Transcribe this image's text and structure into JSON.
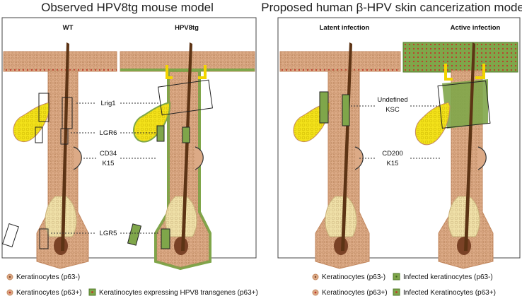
{
  "left_panel": {
    "title": "Observed HPV8tg mouse model",
    "headers": {
      "wt": "WT",
      "tg": "HPV8tg"
    },
    "labels": {
      "lrig1": "Lrig1",
      "lgr6": "LGR6",
      "cd34": "CD34",
      "k15": "K15",
      "lgr5": "LGR5"
    }
  },
  "right_panel": {
    "title": "Proposed human β-HPV skin cancerization model",
    "headers": {
      "latent": "Latent infection",
      "active": "Active infection"
    },
    "labels": {
      "undefined": "Undefined",
      "ksc": "KSC",
      "cd200": "CD200",
      "k15": "K15"
    }
  },
  "legend_left": {
    "keratinocytes_neg": "Keratinocytes (p63-)",
    "keratinocytes_pos": "Keratinocytes (p63+)",
    "transgene_pos": "Keratinocytes expressing HPV8 transgenes (p63+)"
  },
  "legend_right": {
    "keratinocytes_neg": "Keratinocytes (p63-)",
    "keratinocytes_pos": "Keratinocytes (p63+)",
    "infected_neg": "Infected keratinocytes (p63-)",
    "infected_pos": "Infected Keratinocytes (p63+)"
  },
  "colors": {
    "skin": "#dcaa86",
    "skin_edge": "#c48a62",
    "hair": "#5c3314",
    "gland": "#f3e21b",
    "bulb": "#efe0a8",
    "papilla": "#7a4226",
    "infected": "#7fa64a",
    "infected_edge": "#4f7a2a",
    "dot": "#c0392b",
    "marker": "#f2d500",
    "frame": "#444444"
  }
}
